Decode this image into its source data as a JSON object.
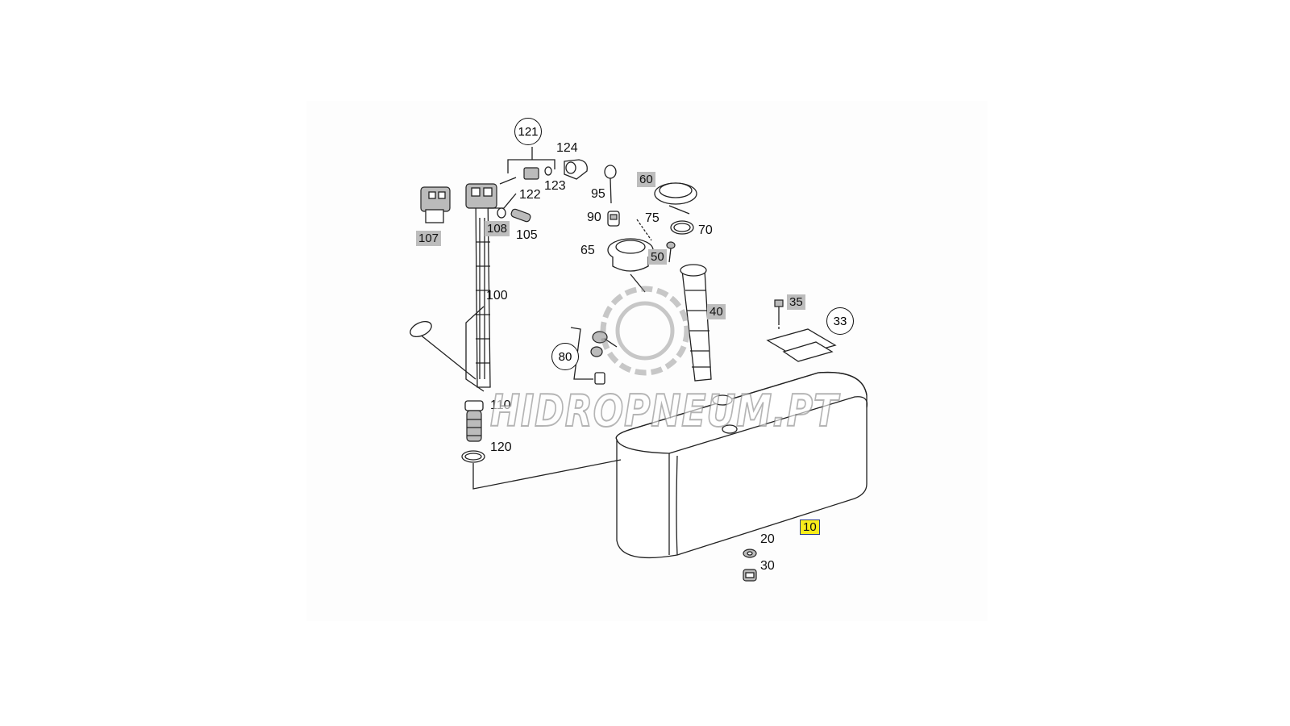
{
  "labels": {
    "p10": "10",
    "p20": "20",
    "p30": "30",
    "p33": "33",
    "p35": "35",
    "p40": "40",
    "p50": "50",
    "p60": "60",
    "p65": "65",
    "p70": "70",
    "p75": "75",
    "p80": "80",
    "p90": "90",
    "p95": "95",
    "p100": "100",
    "p105": "105",
    "p107": "107",
    "p108": "108",
    "p110": "110",
    "p120": "120",
    "p121": "121",
    "p122": "122",
    "p123": "123",
    "p124": "124"
  },
  "watermark": {
    "text": "HIDROPNEUM.PT"
  },
  "colors": {
    "highlight": "#f7ec1a",
    "gray_tag": "#bdbdbd",
    "line": "#222222"
  }
}
